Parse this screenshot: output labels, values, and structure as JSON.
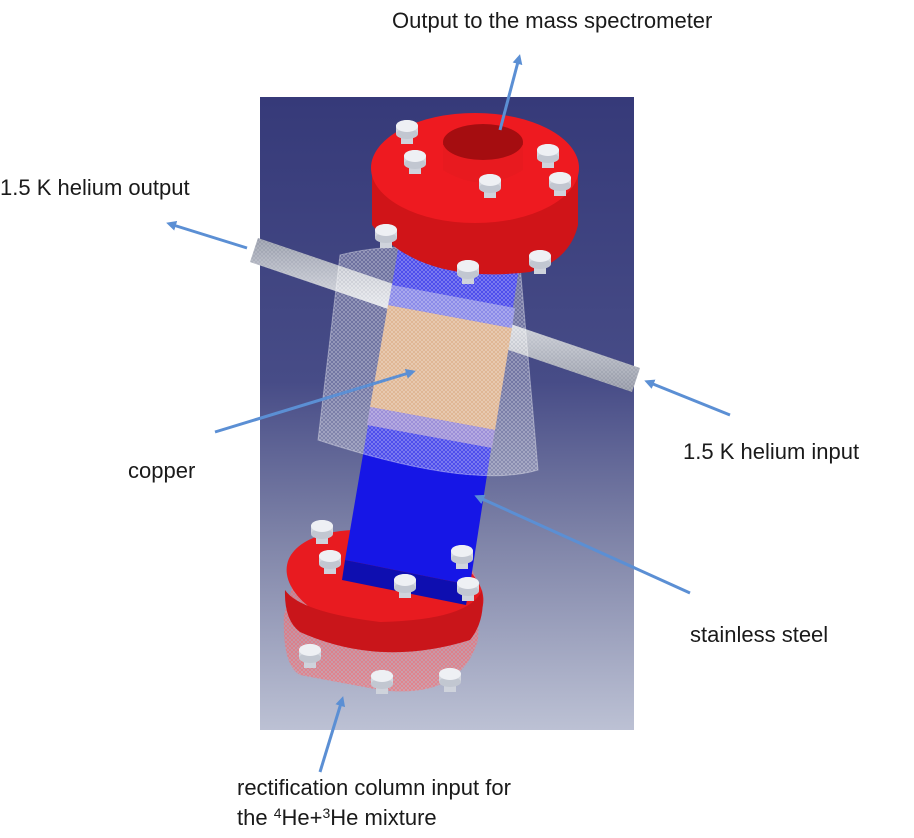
{
  "labels": {
    "output_mass_spec": "Output to the mass spectrometer",
    "helium_output": "1.5 K helium output",
    "helium_input": "1.5 K helium input",
    "copper": "copper",
    "stainless_steel": "stainless steel",
    "rectification_line1": "rectification column input for",
    "rectification_line2": {
      "prefix": "the ",
      "sup1": "4",
      "mid": "He+",
      "sup2": "3",
      "suffix": "He mixture"
    }
  },
  "colors": {
    "background_top": "#3a3f7c",
    "background_bottom": "#b8bed2",
    "flange_red": "#e8141b",
    "tube_blue": "#1414e0",
    "copper": "#d49a6e",
    "pipe_grey": "#b7bcc8",
    "arrow_blue": "#5b8fd4"
  }
}
